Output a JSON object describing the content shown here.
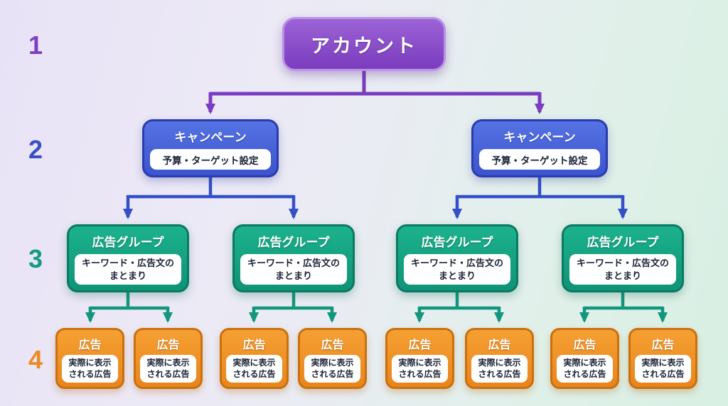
{
  "row_numbers": [
    "1",
    "2",
    "3",
    "4"
  ],
  "account": {
    "label": "アカウント"
  },
  "campaigns": [
    {
      "title": "キャンペーン",
      "subtitle": "予算・ターゲット設定"
    },
    {
      "title": "キャンペーン",
      "subtitle": "予算・ターゲット設定"
    }
  ],
  "ad_groups": [
    {
      "title": "広告グループ",
      "subtitle": "キーワード・広告文の\nまとまり"
    },
    {
      "title": "広告グループ",
      "subtitle": "キーワード・広告文の\nまとまり"
    },
    {
      "title": "広告グループ",
      "subtitle": "キーワード・広告文の\nまとまり"
    },
    {
      "title": "広告グループ",
      "subtitle": "キーワード・広告文の\nまとまり"
    }
  ],
  "ads": [
    {
      "title": "広告",
      "subtitle": "実際に表示\nされる広告"
    },
    {
      "title": "広告",
      "subtitle": "実際に表示\nされる広告"
    },
    {
      "title": "広告",
      "subtitle": "実際に表示\nされる広告"
    },
    {
      "title": "広告",
      "subtitle": "実際に表示\nされる広告"
    },
    {
      "title": "広告",
      "subtitle": "実際に表示\nされる広告"
    },
    {
      "title": "広告",
      "subtitle": "実際に表示\nされる広告"
    },
    {
      "title": "広告",
      "subtitle": "実際に表示\nされる広告"
    },
    {
      "title": "広告",
      "subtitle": "実際に表示\nされる広告"
    }
  ],
  "colors": {
    "account": "#7b3cbe",
    "campaign": "#3c54ce",
    "ad_group": "#0f9376",
    "ad": "#e8851d",
    "number_1": "#7b3fc0",
    "number_2": "#3b4fc4",
    "number_3": "#169a82",
    "number_4": "#ec8b25",
    "connector_account": "#7a3cc0",
    "connector_campaign": "#3350c8",
    "connector_ad_group": "#12967d"
  }
}
